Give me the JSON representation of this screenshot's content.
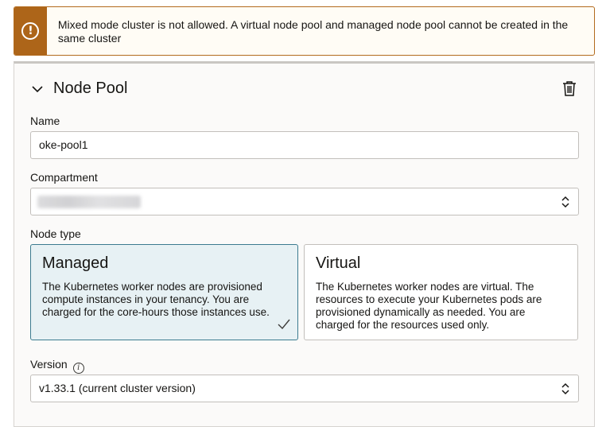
{
  "banner": {
    "icon": "exclamation-icon",
    "message": "Mixed mode cluster is not allowed. A virtual node pool and managed node pool cannot be created in the same cluster",
    "accent_color": "#ad6519"
  },
  "node_pool": {
    "title": "Node Pool",
    "expanded": true,
    "name": {
      "label": "Name",
      "value": "oke-pool1"
    },
    "compartment": {
      "label": "Compartment",
      "value_redacted": true
    },
    "node_type": {
      "label": "Node type",
      "selected": "Managed",
      "options": [
        {
          "title": "Managed",
          "description": "The Kubernetes worker nodes are provisioned compute instances in your tenancy. You are charged for the core-hours those instances use."
        },
        {
          "title": "Virtual",
          "description": "The Kubernetes worker nodes are virtual. The resources to execute your Kubernetes pods are provisioned dynamically as needed. You are charged for the resources used only."
        }
      ]
    },
    "version": {
      "label": "Version",
      "value": "v1.33.1 (current cluster version)"
    }
  },
  "colors": {
    "selected_card_bg": "#e7f1f4",
    "selected_card_border": "#3c7b8f",
    "warning": "#ad6519"
  }
}
